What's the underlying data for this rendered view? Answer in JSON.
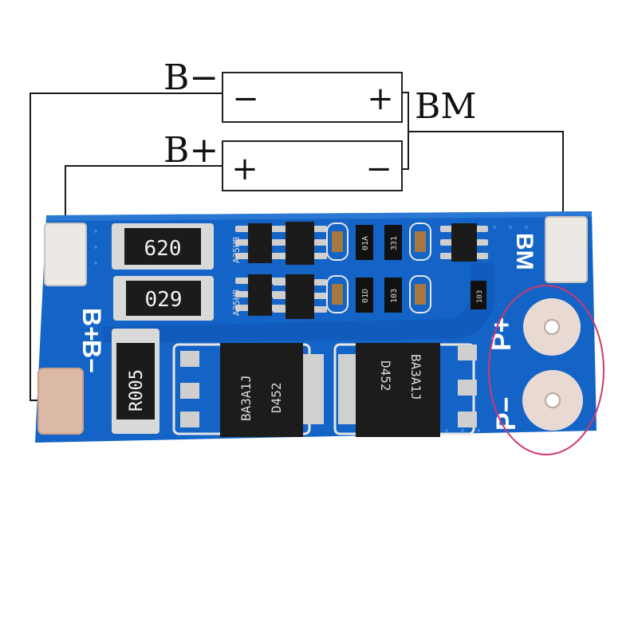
{
  "wiring": {
    "b_minus": "B−",
    "b_plus": "B+",
    "bm": "BM",
    "cell_top": {
      "left_sign": "−",
      "right_sign": "+"
    },
    "cell_bottom": {
      "left_sign": "+",
      "right_sign": "−"
    }
  },
  "board": {
    "color": "#1464c8",
    "silk_b_plus": "B+",
    "silk_b_minus": "B−",
    "silk_bm": "BM",
    "silk_p_plus": "P+",
    "silk_p_minus": "P−",
    "resistor_top": "620",
    "resistor_bottom": "029",
    "resistor_shunt": "R005",
    "mosfet_left": {
      "code": "D452",
      "lot": "BA3A1J"
    },
    "mosfet_right": {
      "code": "D452",
      "lot": "BA3A1J"
    },
    "ic_top": "A25HB",
    "ic_bottom": "A25HB",
    "cap_small_1": "01A",
    "cap_small_2": "331",
    "cap_small_3": "01D",
    "cap_small_4": "103",
    "cap_small_5": "103"
  },
  "highlight_color": "#d0386a"
}
